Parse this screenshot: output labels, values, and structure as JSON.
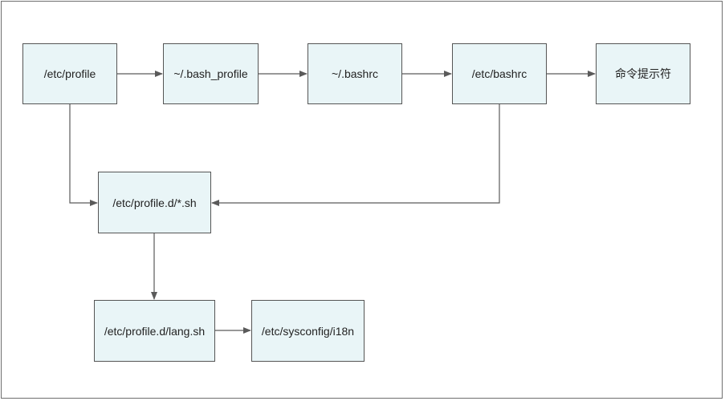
{
  "diagram": {
    "nodes": [
      {
        "id": "etc-profile",
        "label": "/etc/profile"
      },
      {
        "id": "bash-profile",
        "label": "~/.bash_profile"
      },
      {
        "id": "bashrc",
        "label": "~/.bashrc"
      },
      {
        "id": "etc-bashrc",
        "label": "/etc/bashrc"
      },
      {
        "id": "prompt",
        "label": "命令提示符"
      },
      {
        "id": "profile-d",
        "label": "/etc/profile.d/*.sh"
      },
      {
        "id": "lang",
        "label": "/etc/profile.d/lang.sh"
      },
      {
        "id": "i18n",
        "label": "/etc/sysconfig/i18n"
      }
    ],
    "edges": [
      {
        "from": "etc-profile",
        "to": "bash-profile"
      },
      {
        "from": "bash-profile",
        "to": "bashrc"
      },
      {
        "from": "bashrc",
        "to": "etc-bashrc"
      },
      {
        "from": "etc-bashrc",
        "to": "prompt"
      },
      {
        "from": "etc-profile",
        "to": "profile-d"
      },
      {
        "from": "etc-bashrc",
        "to": "profile-d"
      },
      {
        "from": "profile-d",
        "to": "lang"
      },
      {
        "from": "lang",
        "to": "i18n"
      }
    ],
    "colors": {
      "node_fill": "#e9f5f7",
      "node_border": "#555555",
      "connector": "#5a5a5a",
      "text": "#222222"
    }
  }
}
